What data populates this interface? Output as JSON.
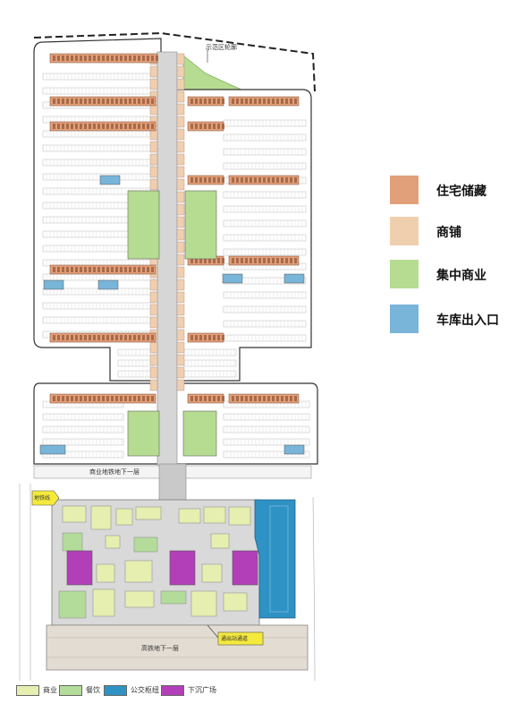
{
  "colors": {
    "residential_storage": "#e2a07a",
    "shop": "#efcfae",
    "central_commerce": "#b6dc91",
    "garage_entrance": "#79b4d9",
    "retail": "#e6eeb0",
    "dining": "#b3dc9a",
    "bus_hub": "#2f92c4",
    "sunken_plaza": "#b23fb8",
    "walkway": "#d9d9d9",
    "station": "#e3dcd3"
  },
  "legend": [
    {
      "label": "住宅储藏",
      "color_key": "residential_storage"
    },
    {
      "label": "商铺",
      "color_key": "shop"
    },
    {
      "label": "集中商业",
      "color_key": "central_commerce"
    },
    {
      "label": "车库出入口",
      "color_key": "garage_entrance"
    }
  ],
  "bottom_legend": [
    {
      "label": "商业",
      "color_key": "retail"
    },
    {
      "label": "餐饮",
      "color_key": "dining"
    },
    {
      "label": "公交枢纽",
      "color_key": "bus_hub"
    },
    {
      "label": "下沉广场",
      "color_key": "sunken_plaza"
    }
  ],
  "map_labels": {
    "demo_area": "示范区轮廓",
    "metro_level": "商业地铁地下一层",
    "station_level": "高铁地下一层",
    "exit_passage": "通出站通道",
    "metro_line": "地铁线"
  }
}
